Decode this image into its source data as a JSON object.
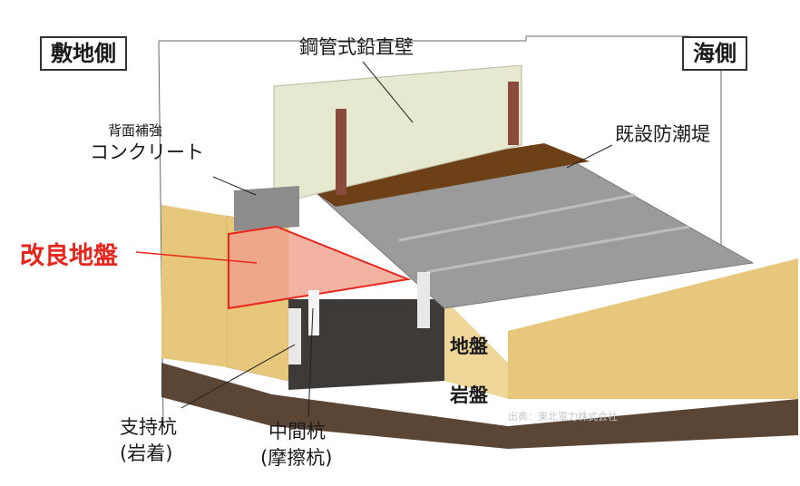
{
  "labels": {
    "land_side": "敷地側",
    "sea_side": "海側",
    "steel_wall": "鋼管式鉛直壁",
    "back_concrete_1": "背面補強",
    "back_concrete_2": "コンクリート",
    "existing_seawall": "既設防潮堤",
    "improved_ground": "改良地盤",
    "ground": "地盤",
    "bedrock": "岩盤",
    "support_pile_1": "支持杭",
    "support_pile_2": "(岩着)",
    "middle_pile_1": "中間杭",
    "middle_pile_2": "(摩擦杭)"
  },
  "watermark": "出典：東北電力株式会社",
  "colors": {
    "ground": "#e7c77c",
    "bedrock": "#5b4535",
    "improved_ground": "#f0a08c",
    "improved_outline": "#e8261e",
    "seawall": "#9b9b9b",
    "wall_panel": "#e6e8cf",
    "pile": "#e8e8e8",
    "soil_top": "#6e4018"
  }
}
